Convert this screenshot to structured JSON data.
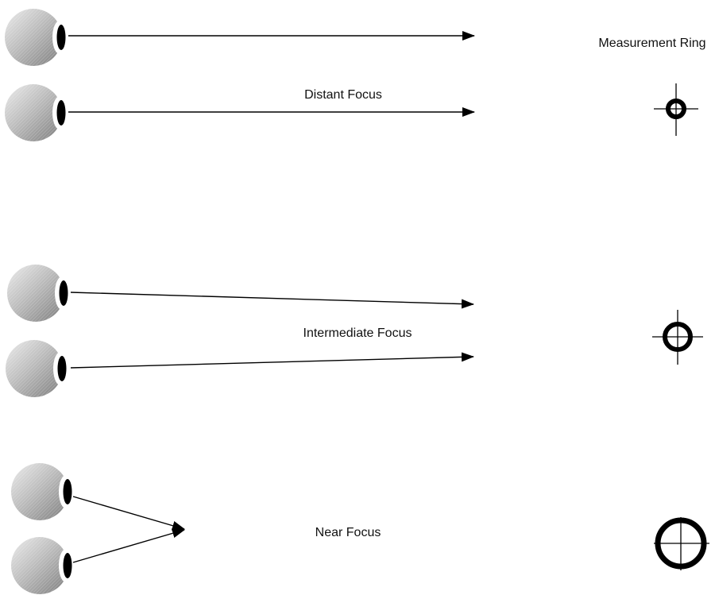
{
  "labels": {
    "measurement_ring": "Measurement Ring",
    "distant_focus": "Distant Focus",
    "intermediate_focus": "Intermediate Focus",
    "near_focus": "Near Focus"
  },
  "colors": {
    "line": "#000000",
    "eye_light": "#e6e6e6",
    "eye_dark": "#8a8a8a",
    "background": "#ffffff"
  },
  "icons": [
    "eyeball-icon",
    "arrowhead-icon",
    "measurement-ring-icon"
  ]
}
